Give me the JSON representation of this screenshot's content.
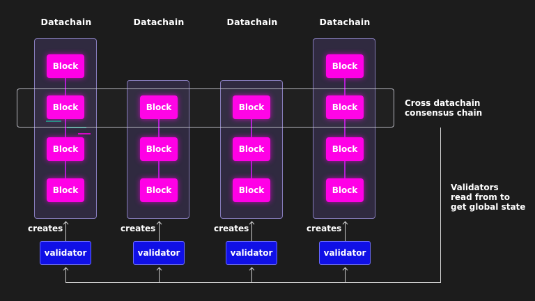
{
  "colors": {
    "background": "#1c1c1c",
    "block": "#ff00e6",
    "block_link": "#b01ed0",
    "chain_border": "#968cd2",
    "validator": "#1010e6",
    "lines": "#d0d0d0"
  },
  "chains": [
    {
      "title": "Datachain",
      "blocks": [
        "Block",
        "Block",
        "Block",
        "Block"
      ],
      "creates_label": "creates",
      "validator_label": "validator"
    },
    {
      "title": "Datachain",
      "blocks": [
        "Block",
        "Block",
        "Block"
      ],
      "creates_label": "creates",
      "validator_label": "validator"
    },
    {
      "title": "Datachain",
      "blocks": [
        "Block",
        "Block",
        "Block"
      ],
      "creates_label": "creates",
      "validator_label": "validator"
    },
    {
      "title": "Datachain",
      "blocks": [
        "Block",
        "Block",
        "Block",
        "Block"
      ],
      "creates_label": "creates",
      "validator_label": "validator"
    }
  ],
  "cross_chain": {
    "line1": "Cross datachain",
    "line2": "consensus chain"
  },
  "validators_note": {
    "line1": "Validators",
    "line2": "read from to",
    "line3": "get global state"
  }
}
